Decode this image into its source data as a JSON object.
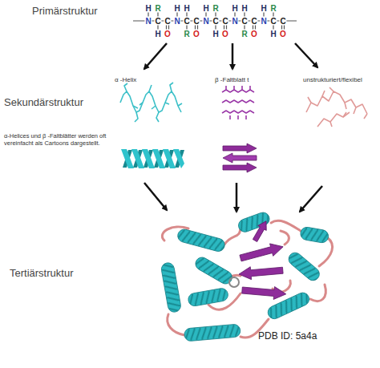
{
  "diagram": {
    "labels": [
      "Primärstruktur",
      "N",
      "H",
      "C",
      "R",
      "H",
      "C",
      "O",
      "N",
      "H",
      "C",
      "R",
      "H",
      "C",
      "O",
      "N",
      "H",
      "C",
      "R",
      "H",
      "C",
      "O",
      "N",
      "H",
      "C",
      "R",
      "H",
      "C",
      "O",
      "N",
      "H",
      "C",
      "R",
      "H",
      "C",
      "O",
      "Sekundärstruktur",
      "α -Helix",
      "β -Faltblatt t",
      "unstrukturiert/flexibel",
      "α-Helices und β -Faltblätter werden oft vereinfacht als Cartoons dargestellt.",
      "Tertiärstruktur",
      "PDB ID: 5a4a"
    ]
  }
}
